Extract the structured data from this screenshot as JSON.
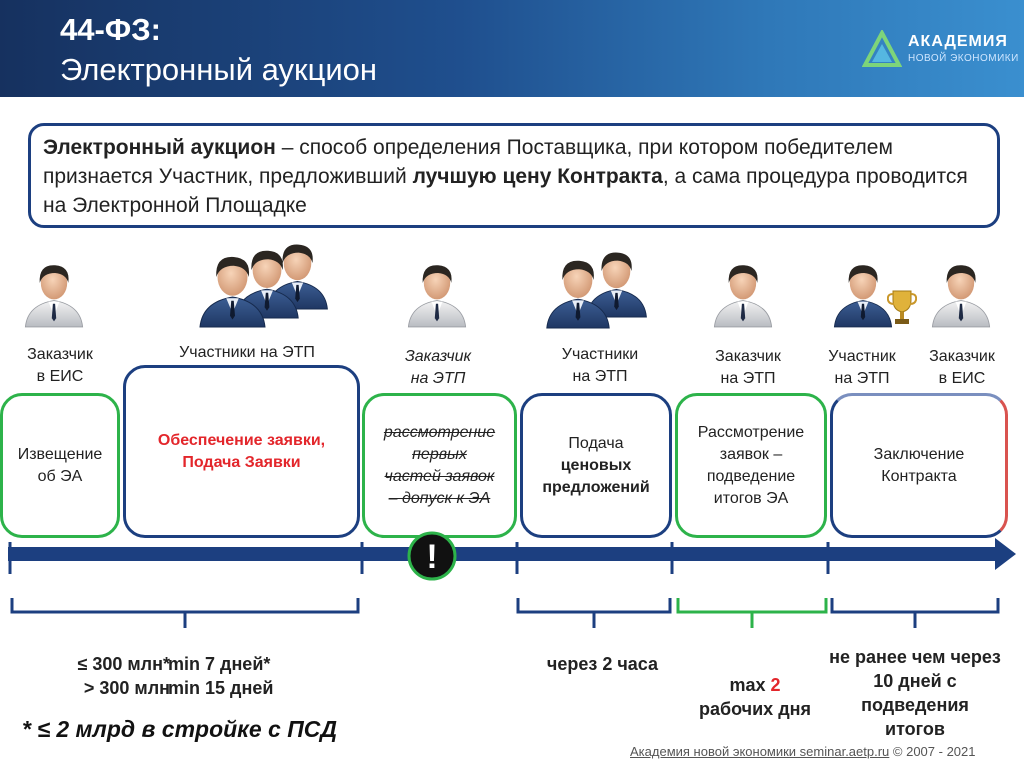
{
  "header": {
    "title_line1": "44-ФЗ:",
    "title_line2": "Электронный аукцион",
    "logo_name": "АКАДЕМИЯ",
    "logo_sub": "НОВОЙ ЭКОНОМИКИ"
  },
  "definition": {
    "term": "Электронный аукцион",
    "part1": " – способ определения Поставщика, при котором победителем признается Участник, предложивший ",
    "emph": "лучшую цену Контракта",
    "part2": ", а сама процедура проводится на Электронной Площадке"
  },
  "roles": [
    {
      "line1": "Заказчик",
      "line2": "в ЕИС"
    },
    {
      "line1": "Участники на ЭТП"
    },
    {
      "line1": "Заказчик",
      "line2": "на ЭТП"
    },
    {
      "line1": "Участники",
      "line2": "на ЭТП"
    },
    {
      "line1": "Заказчик",
      "line2": "на ЭТП"
    },
    {
      "line1": "Участник",
      "line2": "на ЭТП"
    },
    {
      "line1": "Заказчик",
      "line2": "в ЕИС"
    }
  ],
  "stages": [
    {
      "line1": "Извещение",
      "line2": "об ЭА"
    },
    {
      "line1": "Обеспечение заявки,",
      "line2": "Подача Заявки"
    },
    {
      "line1": "рассмотрение",
      "line2": "первых",
      "line3": "частей заявок",
      "line4": "– допуск к ЭА"
    },
    {
      "line1": "Подача",
      "line2": "ценовых",
      "line3": "предложений"
    },
    {
      "line1": "Рассмотрение",
      "line2": "заявок –",
      "line3": "подведение",
      "line4": "итогов ЭА"
    },
    {
      "line1": "Заключение",
      "line2": "Контракта"
    }
  ],
  "timeline": {
    "alert_symbol": "!",
    "colors": {
      "arrow": "#1c3f80",
      "green": "#2db34a",
      "red": "#e3262b"
    }
  },
  "notes": {
    "thr1": "≤ 300 млн*",
    "thr2": "> 300 млн",
    "days1": "min 7 дней*",
    "days2": "min 15 дней",
    "hours": "через 2 часа",
    "max_pre": "max ",
    "max_num": "2",
    "max_post": "рабочих дня",
    "contract1": "не ранее чем через",
    "contract2": "10 дней с",
    "contract3": "подведения",
    "contract4": "итогов"
  },
  "footnote": "* ≤ 2 млрд в стройке с ПСД",
  "footer": {
    "link": "Академия новой экономики seminar.aetp.ru",
    "copy": " © 2007 - 2021"
  },
  "icons": [
    "person-icon",
    "group-icon",
    "trophy-icon",
    "logo-icon",
    "alert-icon"
  ]
}
